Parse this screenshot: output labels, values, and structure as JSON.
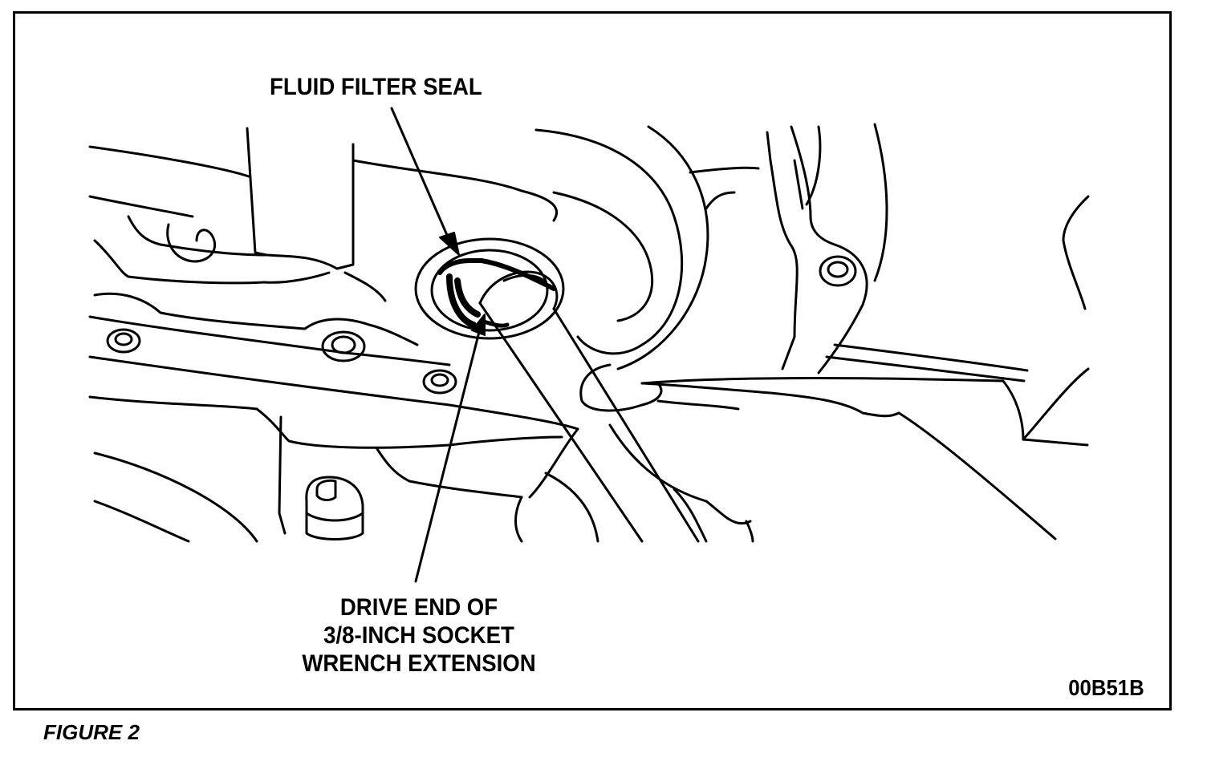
{
  "figure": {
    "caption": "FIGURE 2",
    "code": "00B51B"
  },
  "labels": {
    "fluid_filter_seal": "FLUID FILTER SEAL",
    "drive_end": {
      "line1": "DRIVE END OF",
      "line2": "3/8-INCH SOCKET",
      "line3": "WRENCH EXTENSION"
    }
  }
}
